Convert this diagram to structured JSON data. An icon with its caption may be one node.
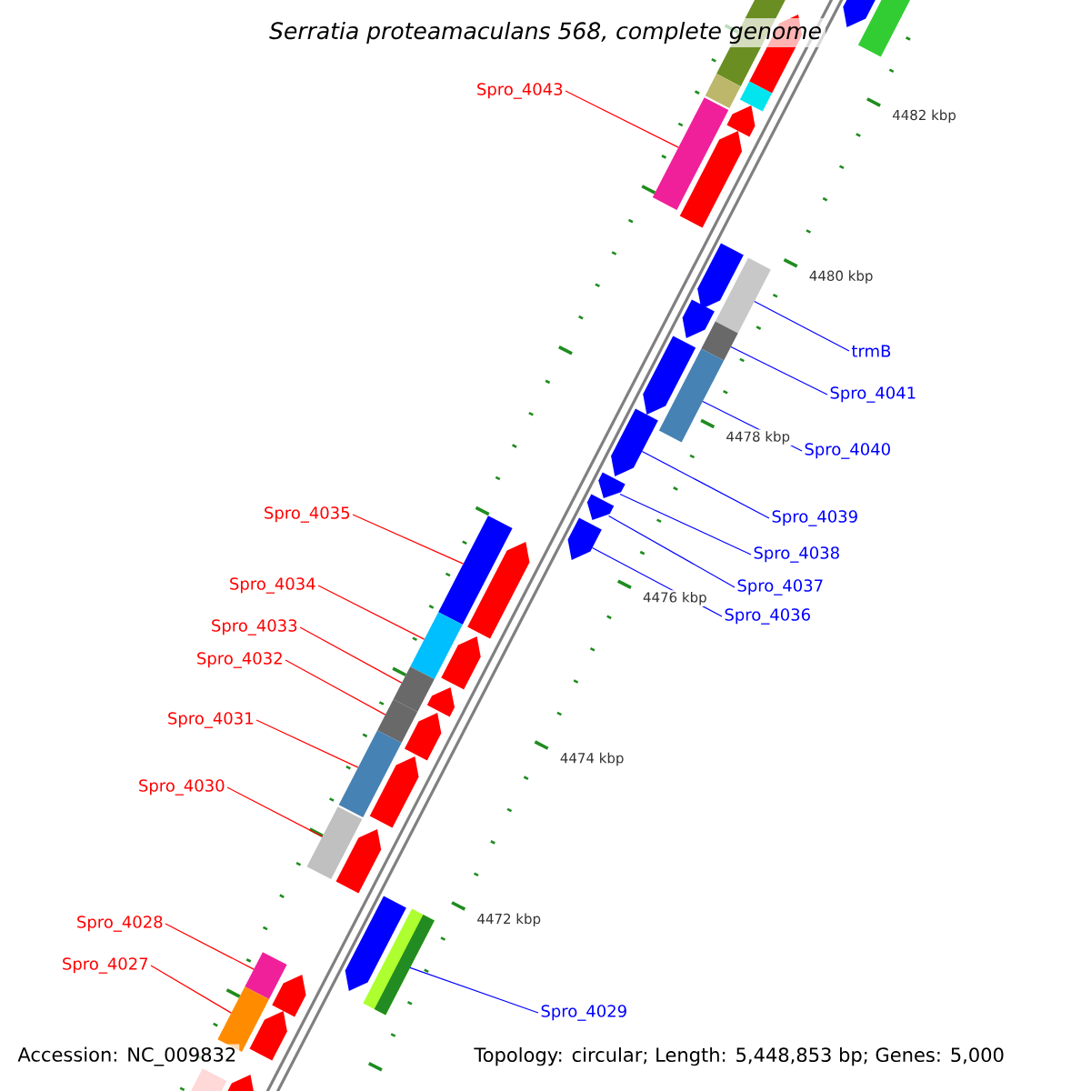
{
  "diagram": {
    "title": "Serratia proteamaculans 568, complete genome",
    "nodes": [
      {
        "text": [
          "Spro_4043"
        ]
      },
      {
        "text": [
          "trmB"
        ]
      },
      {
        "text": [
          "Spro_4041"
        ]
      },
      {
        "text": [
          "Spro_4040"
        ]
      },
      {
        "text": [
          "Spro_4039"
        ]
      },
      {
        "text": [
          "Spro_4038"
        ]
      },
      {
        "text": [
          "Spro_4037"
        ]
      },
      {
        "text": [
          "Spro_4036"
        ]
      },
      {
        "text": [
          "Spro_4035"
        ]
      },
      {
        "text": [
          "Spro_4034"
        ]
      },
      {
        "text": [
          "Spro_4033"
        ]
      },
      {
        "text": [
          "Spro_4032"
        ]
      },
      {
        "text": [
          "Spro_4031"
        ]
      },
      {
        "text": [
          "Spro_4030"
        ]
      },
      {
        "text": [
          "Spro_4029"
        ]
      },
      {
        "text": [
          "Spro_4028"
        ]
      },
      {
        "text": [
          "Spro_4027"
        ]
      },
      {
        "text": [],
        "shape": "bar"
      },
      {
        "text": [],
        "shape": "bar"
      },
      {
        "text": [],
        "shape": "bar"
      },
      {
        "text": [],
        "shape": "bar"
      },
      {
        "text": [],
        "shape": "bar"
      },
      {
        "text": [],
        "shape": "bar"
      },
      {
        "text": [],
        "shape": "bar"
      },
      {
        "text": [],
        "shape": "bar"
      },
      {
        "text": [],
        "shape": "bar"
      },
      {
        "text": [],
        "shape": "bar"
      },
      {
        "text": [],
        "shape": "bar"
      },
      {
        "text": [],
        "shape": "bar"
      },
      {
        "text": [],
        "shape": "bar"
      },
      {
        "text": [],
        "shape": "bar"
      },
      {
        "text": [],
        "shape": "bar"
      },
      {
        "text": [],
        "shape": "bar"
      },
      {
        "text": [],
        "shape": "bar"
      },
      {
        "text": [],
        "shape": "bar"
      },
      {
        "text": [],
        "shape": "bar"
      },
      {
        "text": [],
        "shape": "bar"
      },
      {
        "text": [],
        "shape": "bar"
      },
      {
        "text": [],
        "shape": "bar"
      },
      {
        "text": [],
        "shape": "bar"
      },
      {
        "text": [],
        "shape": "bar"
      },
      {
        "text": [],
        "shape": "bar"
      },
      {
        "text": [],
        "shape": "bar"
      },
      {
        "text": [],
        "shape": "bar"
      },
      {
        "text": [],
        "shape": "bar"
      },
      {
        "text": [],
        "shape": "bar"
      },
      {
        "text": [],
        "shape": "bar"
      },
      {
        "text": [],
        "shape": "bar"
      },
      {
        "text": [],
        "shape": "bar"
      },
      {
        "text": [],
        "shape": "bar"
      },
      {
        "text": [],
        "shape": "bar"
      },
      {
        "text": [],
        "shape": "bar"
      },
      {
        "text": [],
        "shape": "bar"
      },
      {
        "text": [],
        "shape": "bar"
      },
      {
        "text": [],
        "shape": "bar"
      },
      {
        "text": [],
        "shape": "bar"
      }
    ],
    "edges": [
      {
        "from": 0,
        "to": 23,
        "arrow": "none"
      },
      {
        "from": 1,
        "to": 27,
        "arrow": "none",
        "color": "#0000ff"
      },
      {
        "from": 2,
        "to": 29,
        "arrow": "none",
        "color": "#0000ff"
      },
      {
        "from": 3,
        "to": 31,
        "arrow": "none",
        "color": "#0000ff"
      },
      {
        "from": 4,
        "to": 32,
        "arrow": "none",
        "color": "#0000ff"
      },
      {
        "from": 5,
        "to": 33,
        "arrow": "none",
        "color": "#0000ff"
      },
      {
        "from": 6,
        "to": 34,
        "arrow": "none",
        "color": "#0000ff"
      },
      {
        "from": 7,
        "to": 36,
        "arrow": "none",
        "color": "#0000ff"
      },
      {
        "from": 8,
        "to": 35,
        "arrow": "none"
      },
      {
        "from": 9,
        "to": 38,
        "arrow": "none"
      },
      {
        "from": 10,
        "to": 40,
        "arrow": "none"
      },
      {
        "from": 11,
        "to": 42,
        "arrow": "none"
      },
      {
        "from": 12,
        "to": 44,
        "arrow": "none"
      },
      {
        "from": 13,
        "to": 46,
        "arrow": "none"
      },
      {
        "from": 14,
        "to": 49,
        "arrow": "none",
        "color": "#0000ff"
      },
      {
        "from": 15,
        "to": 50,
        "arrow": "none"
      },
      {
        "from": 16,
        "to": 52,
        "arrow": "none"
      }
    ],
    "labels": [
      "4482 kbp",
      "4480 kbp",
      "4478 kbp",
      "4476 kbp",
      "4474 kbp",
      "4472 kbp",
      "Accession: NC_009832",
      "Topology: circular; Length: 5,448,853 bp; Genes: 5,000"
    ]
  }
}
